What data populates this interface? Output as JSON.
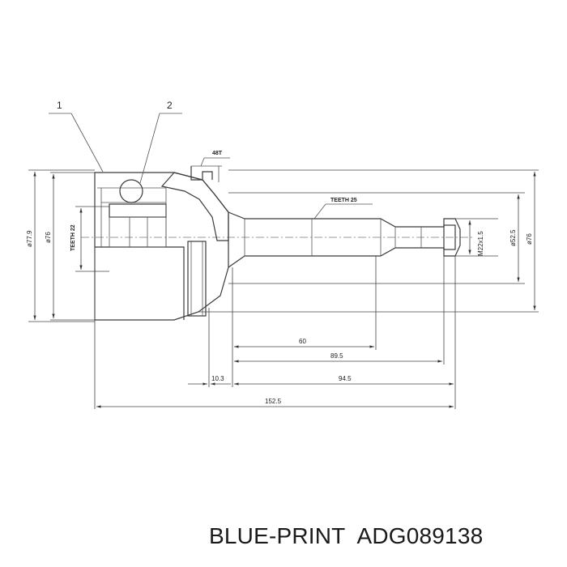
{
  "callouts": [
    "1",
    "2"
  ],
  "labels": {
    "teeth_48": "48T",
    "teeth_25": "TEETH 25",
    "teeth_22": "TEETH 22",
    "dia_77_9": "ø77.9",
    "dia_76_left": "ø76",
    "dia_52_5": "ø52.5",
    "dia_76_right": "ø76",
    "thread": "M22x1.5"
  },
  "dimensions": {
    "d60": "60",
    "d89_5": "89.5",
    "d10_3": "10.3",
    "d94_5": "94.5",
    "d152_5": "152.5"
  },
  "caption": {
    "brand": "BLUE-PRINT",
    "part_number": "ADG089138"
  }
}
